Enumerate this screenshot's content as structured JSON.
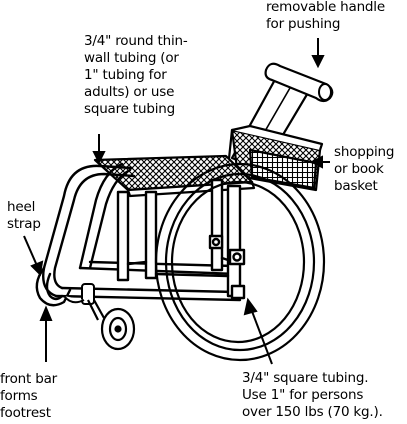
{
  "labels": {
    "handle": {
      "lines": [
        "removable handle",
        "for pushing"
      ]
    },
    "tubing": {
      "lines": [
        "3/4\" round thin-",
        "wall tubing (or",
        "1\" tubing for",
        "adults) or use",
        "square tubing"
      ]
    },
    "basket": {
      "lines": [
        "shopping",
        "or book",
        "basket"
      ]
    },
    "heel": {
      "lines": [
        "heel",
        "strap"
      ]
    },
    "frontbar": {
      "lines": [
        "front bar",
        "forms",
        "footrest"
      ]
    },
    "square": {
      "lines": [
        "3/4\" square tubing.",
        "Use 1\" for persons",
        "over 150 lbs (70 kg.)."
      ]
    }
  }
}
